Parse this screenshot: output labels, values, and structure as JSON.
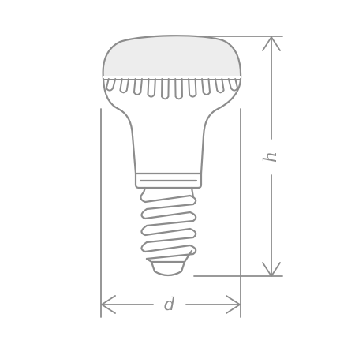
{
  "diagram": {
    "dimensions": {
      "height_label": "h",
      "diameter_label": "d"
    },
    "colors": {
      "line": "#8c8c8c",
      "bulb_fill": "#ededed",
      "background": "#ffffff"
    },
    "heatsink_fin_count": 10,
    "screw_thread_turns": 4
  }
}
